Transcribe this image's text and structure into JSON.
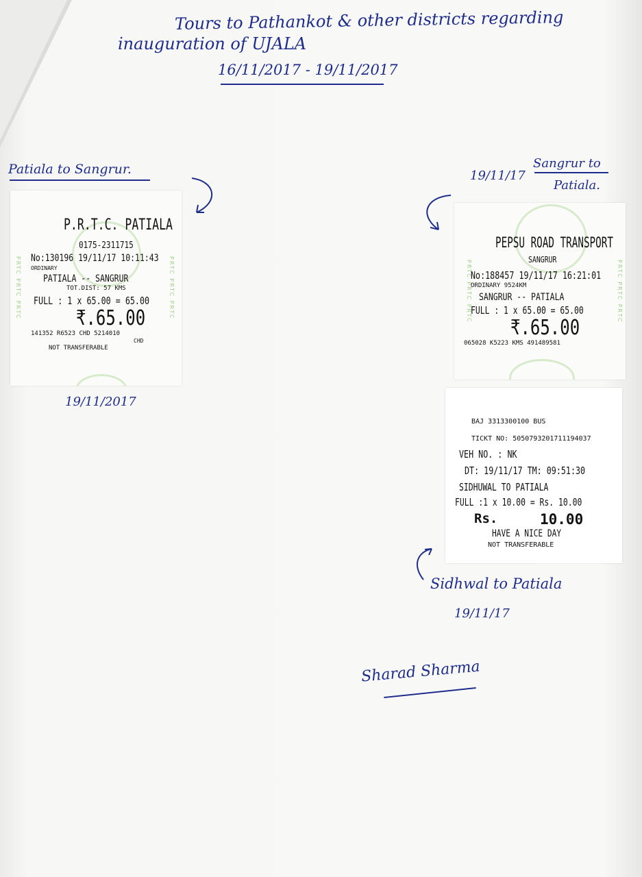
{
  "header": {
    "line1": "Tours to Pathankot & other districts regarding",
    "line2": "inauguration of UJALA",
    "dates": "16/11/2017 - 19/11/2017"
  },
  "notes": {
    "left_title": "Patiala to Sangrur.",
    "left_date": "19/11/2017",
    "right_date": "19/11/17",
    "right_title_1": "Sangrur to",
    "right_title_2": "Patiala.",
    "bottom_title": "Sidhwal to Patiala",
    "bottom_date": "19/11/17",
    "signature": "Sharad Sharma"
  },
  "ticket1": {
    "brand": "P.R.T.C. PATIALA",
    "phone": "0175-2311715",
    "no_line": "No:130196   19/11/17 10:11:43",
    "type": "ORDINARY",
    "route": "PATIALA   --   SANGRUR",
    "dist": "TOT.DIST: 57 KMS",
    "fare_line": "FULL : 1 x  65.00 = 65.00",
    "amount": "₹.65.00",
    "codes": "141352  R6523   CHD   5214010",
    "codes2": "CHD",
    "footer": "NOT TRANSFERABLE",
    "side": "PRTC PRTC PRTC"
  },
  "ticket2": {
    "brand": "PEPSU ROAD TRANSPORT",
    "depot": "SANGRUR",
    "no_line": "No:188457   19/11/17 16:21:01",
    "type": "ORDINARY  9524KM",
    "route": "SANGRUR    --  PATIALA",
    "fare_line": "FULL : 1  x   65.00  =  65.00",
    "amount": "₹.65.00",
    "codes": "065028 K5223  KMS      491489581",
    "side": "PRTC PRTC PRTC"
  },
  "ticket3": {
    "top": "BAJ  3313300100  BUS",
    "ticket_no": "TICKT NO: 5050793201711194037",
    "veh": "VEH NO. :         NK",
    "time": "DT: 19/11/17    TM: 09:51:30",
    "route": "SIDHUWAL      TO     PATIALA",
    "fare_line": "FULL :1 x 10.00 = Rs.  10.00",
    "amount_label": "Rs.",
    "amount": "10.00",
    "greeting": "HAVE A NICE DAY",
    "footer": "NOT TRANSFERABLE"
  }
}
